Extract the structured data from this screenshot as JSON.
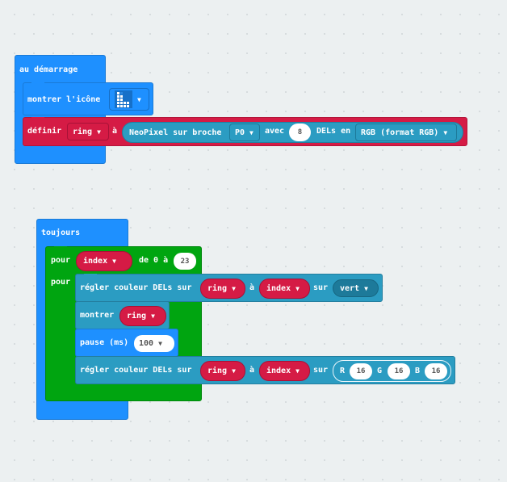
{
  "colors": {
    "event_blue": "#1e90ff",
    "basic_blue": "#1e90ff",
    "neopixel_red": "#d51b45",
    "neopixel_teal": "#2b9cc2",
    "loop_green": "#00a510",
    "dropdown_dark_teal": "#1d7a9a"
  },
  "on_start": {
    "hat_label": "au démarrage",
    "show_icon": {
      "label": "montrer l'icône",
      "icon": "image-icon"
    },
    "set_strip": {
      "label": "définir",
      "var": "ring",
      "to": "à",
      "create_label": "NeoPixel sur broche",
      "pin": "P0",
      "with_label": "avec",
      "count": "8",
      "leds_label": "DELs en",
      "mode": "RGB (format RGB)"
    }
  },
  "forever": {
    "hat_label": "toujours",
    "for_loop": {
      "label": "pour",
      "var": "index",
      "from_to": "de 0 à",
      "end": "23",
      "do_label": "pour"
    },
    "set_pixel_1": {
      "label": "régler couleur DELs sur",
      "strip": "ring",
      "at": "à",
      "index": "index",
      "on": "sur",
      "color": "vert"
    },
    "show": {
      "label": "montrer",
      "strip": "ring"
    },
    "pause": {
      "label": "pause (ms)",
      "value": "100"
    },
    "set_pixel_2": {
      "label": "régler couleur DELs sur",
      "strip": "ring",
      "at": "à",
      "index": "index",
      "on": "sur",
      "r_label": "R",
      "r": "16",
      "g_label": "G",
      "g": "16",
      "b_label": "B",
      "b": "16"
    }
  }
}
